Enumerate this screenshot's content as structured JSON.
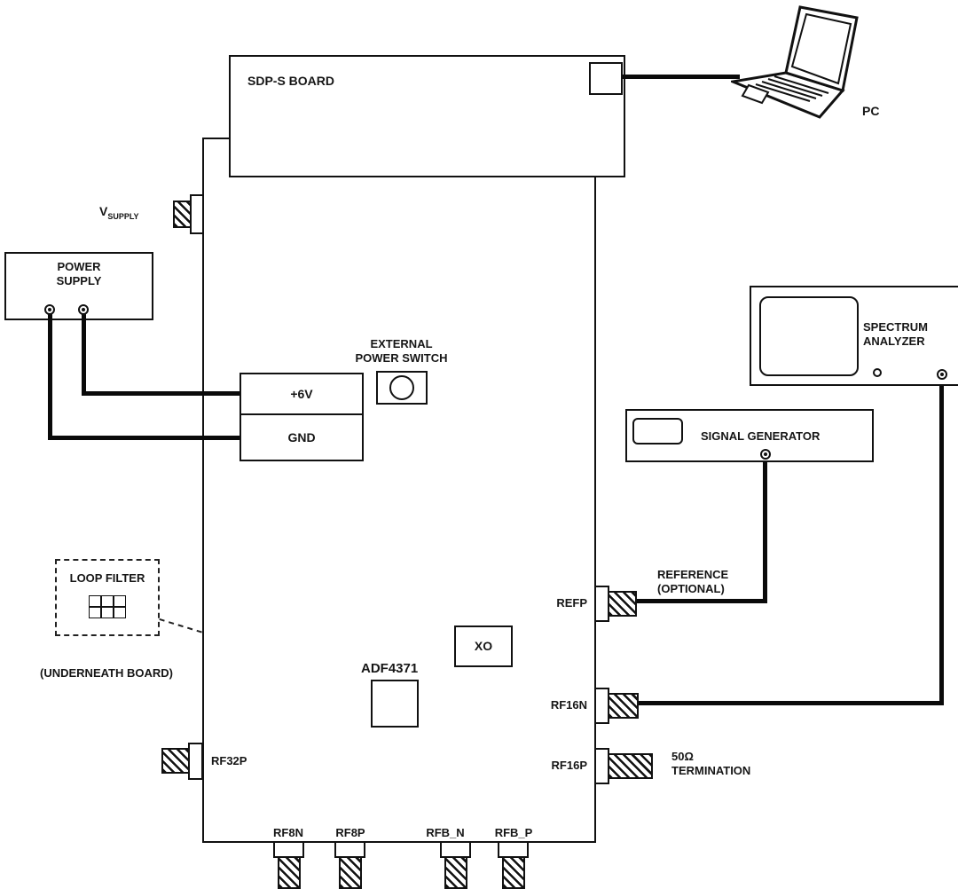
{
  "blocks": {
    "sdp_board": {
      "label": "SDP-S BOARD"
    },
    "pc": {
      "label": "PC"
    },
    "vsupply": {
      "main": "V",
      "sub": "SUPPLY"
    },
    "power_supply": {
      "line1": "POWER",
      "line2": "SUPPLY"
    },
    "rail_6v": {
      "label": "+6V"
    },
    "rail_gnd": {
      "label": "GND"
    },
    "external_power_switch": {
      "line1": "EXTERNAL",
      "line2": "POWER SWITCH"
    },
    "loop_filter": {
      "label": "LOOP FILTER",
      "note": "(UNDERNEATH BOARD)"
    },
    "adf4371": {
      "label": "ADF4371"
    },
    "xo": {
      "label": "XO"
    },
    "signal_generator": {
      "label": "SIGNAL GENERATOR"
    },
    "spectrum_analyzer": {
      "line1": "SPECTRUM",
      "line2": "ANALYZER"
    },
    "reference": {
      "line1": "REFERENCE",
      "line2": "(OPTIONAL)"
    },
    "termination": {
      "line1": "50Ω",
      "line2": "TERMINATION"
    }
  },
  "connectors": {
    "refp": {
      "label": "REFP"
    },
    "rf16n": {
      "label": "RF16N"
    },
    "rf16p": {
      "label": "RF16P"
    },
    "rf32p": {
      "label": "RF32P"
    },
    "rf8n": {
      "label": "RF8N"
    },
    "rf8p": {
      "label": "RF8P"
    },
    "rfb_n": {
      "label": "RFB_N"
    },
    "rfb_p": {
      "label": "RFB_P"
    }
  },
  "colors": {
    "stroke": "#111111",
    "background": "#ffffff"
  }
}
